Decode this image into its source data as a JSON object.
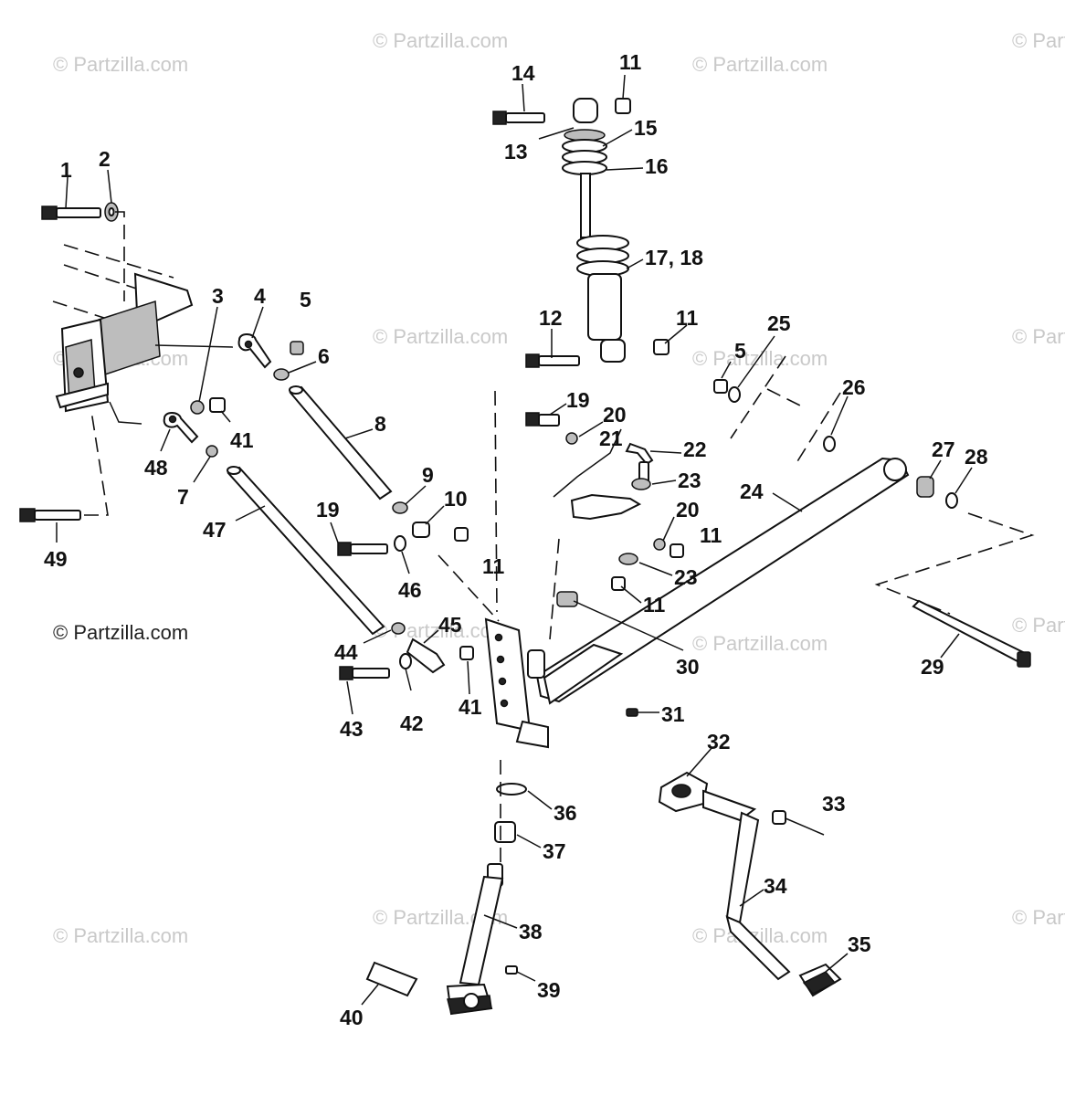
{
  "watermark": {
    "text": "© Partzilla.com",
    "label_text": "© Partzilla.com"
  },
  "callouts": {
    "c1": "1",
    "c2": "2",
    "c3": "3",
    "c4": "4",
    "c5a": "5",
    "c5b": "5",
    "c6": "6",
    "c7": "7",
    "c8": "8",
    "c9": "9",
    "c10": "10",
    "c11a": "11",
    "c11b": "11",
    "c11c": "11",
    "c11d": "11",
    "c11e": "11",
    "c12": "12",
    "c13": "13",
    "c14": "14",
    "c15": "15",
    "c16": "16",
    "c17_18": "17, 18",
    "c19a": "19",
    "c19b": "19",
    "c20a": "20",
    "c20b": "20",
    "c21": "21",
    "c22": "22",
    "c23a": "23",
    "c23b": "23",
    "c24": "24",
    "c25": "25",
    "c26": "26",
    "c27": "27",
    "c28": "28",
    "c29": "29",
    "c30": "30",
    "c31": "31",
    "c32": "32",
    "c33": "33",
    "c34": "34",
    "c35": "35",
    "c36": "36",
    "c37": "37",
    "c38": "38",
    "c39": "39",
    "c40": "40",
    "c41a": "41",
    "c41b": "41",
    "c42": "42",
    "c43": "43",
    "c44": "44",
    "c45": "45",
    "c46": "46",
    "c47": "47",
    "c48": "48",
    "c49": "49"
  }
}
